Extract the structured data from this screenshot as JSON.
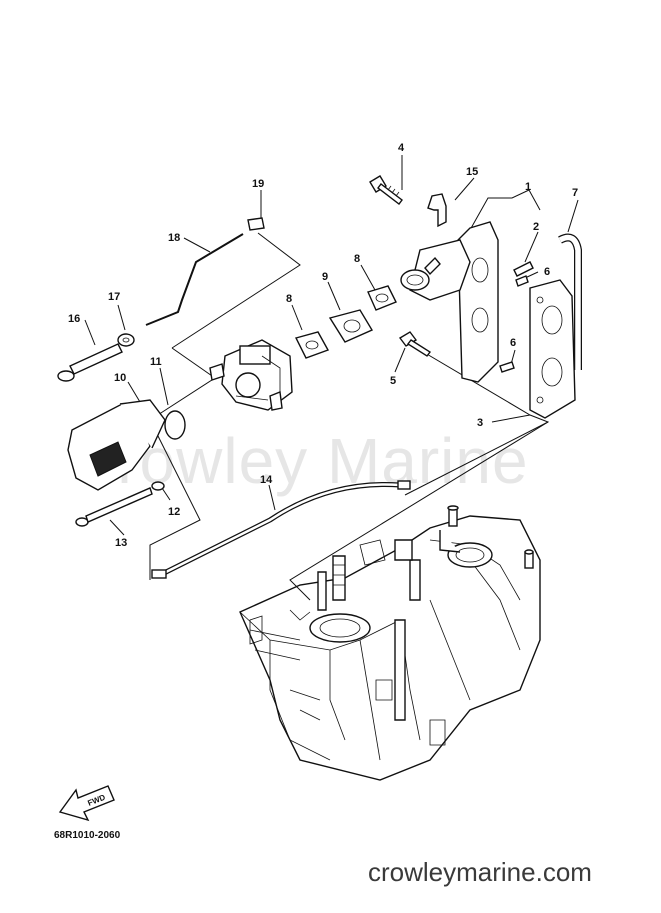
{
  "diagram": {
    "watermark": "Crowley Marine",
    "drawing_code": "68R1010-2060",
    "footer_site": "crowleymarine.com",
    "fwd_label": "FWD",
    "callouts": [
      "1",
      "2",
      "3",
      "4",
      "5",
      "6",
      "6",
      "7",
      "8",
      "8",
      "9",
      "10",
      "11",
      "12",
      "13",
      "14",
      "15",
      "16",
      "17",
      "18",
      "19"
    ]
  }
}
